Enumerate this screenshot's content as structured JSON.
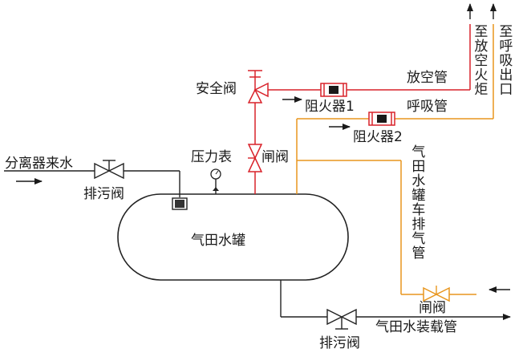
{
  "colors": {
    "line": "#222222",
    "red": "#d9222a",
    "orange": "#e8961e",
    "device": "#1a1a1a"
  },
  "labels": {
    "tank": "气田水罐",
    "safety_valve": "安全阀",
    "flame_arrester_1": "阻火器1",
    "vent_pipe": "放空管",
    "to_flare": "至放空火炬",
    "to_breather_outlet": "至呼吸出口",
    "breather_pipe": "呼吸管",
    "flame_arrester_2": "阻火器2",
    "pressure_gauge": "压力表",
    "gate_valve_top": "闸阀",
    "separator_water": "分离器来水",
    "blowdown_valve_left": "排污阀",
    "truck_vent_pipe": "气田水罐车排气管",
    "gate_valve_right": "闸阀",
    "blowdown_valve_bottom": "排污阀",
    "loading_pipe": "气田水装载管"
  }
}
